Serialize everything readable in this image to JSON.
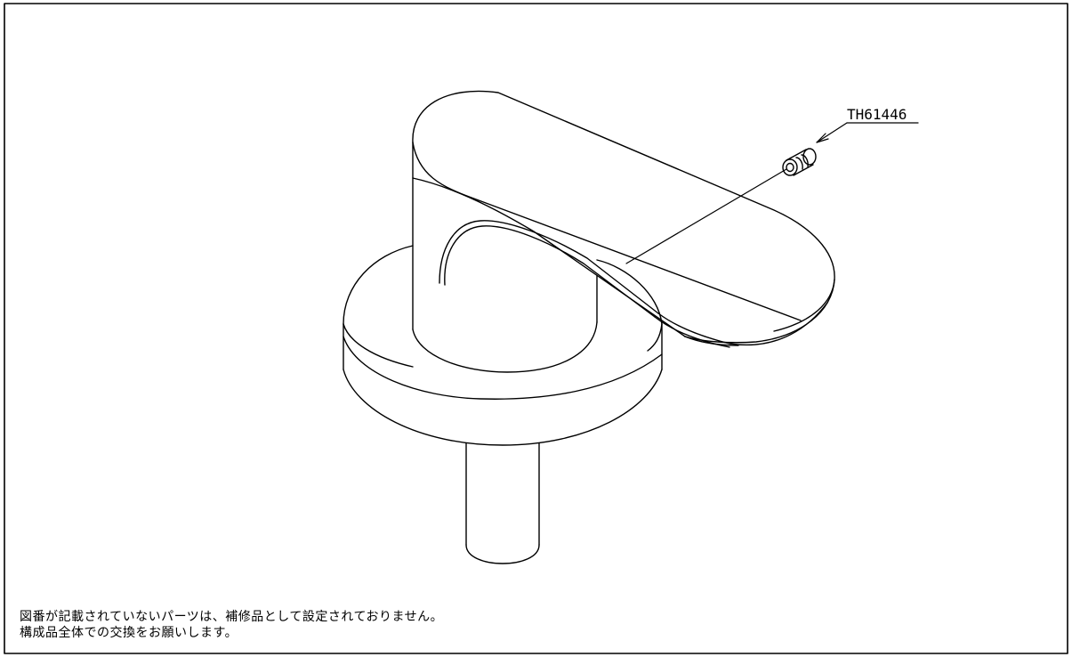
{
  "part_label": "TH61446",
  "notes": {
    "line1": "図番が記載されていないパーツは、補修品として設定されておりません。",
    "line2": "構成品全体での交換をお願いします。"
  }
}
